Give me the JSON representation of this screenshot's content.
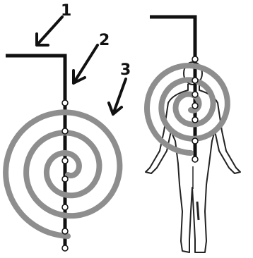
{
  "labels": {
    "one": "1",
    "two": "2",
    "three": "3"
  },
  "colors": {
    "ink": "#111111",
    "spiral": "#8e8e8e",
    "node": "#ffffff",
    "body": "#222222"
  },
  "figures": {
    "left": {
      "spiral_turns": 3,
      "node_count": 7
    },
    "right": {
      "spiral_turns": 3,
      "node_count": 7
    }
  }
}
